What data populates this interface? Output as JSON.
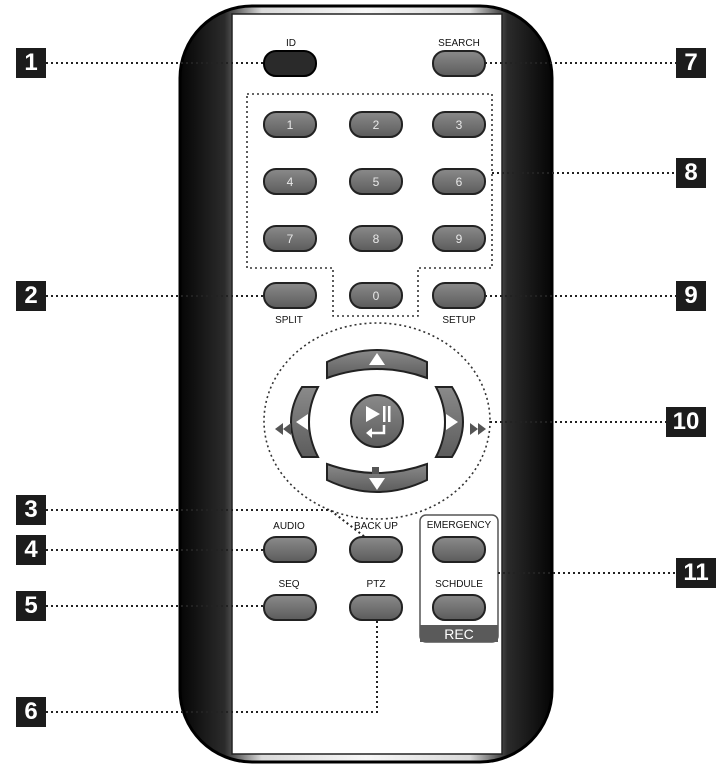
{
  "buttons": {
    "id": "ID",
    "search": "SEARCH",
    "split": "SPLIT",
    "setup": "SETUP",
    "audio": "AUDIO",
    "backup": "BACK UP",
    "emergency": "EMERGENCY",
    "seq": "SEQ",
    "ptz": "PTZ",
    "schedule": "SCHDULE",
    "rec": "REC"
  },
  "keypad": [
    "1",
    "2",
    "3",
    "4",
    "5",
    "6",
    "7",
    "8",
    "9",
    "0"
  ],
  "callouts": [
    "1",
    "2",
    "3",
    "4",
    "5",
    "6",
    "7",
    "8",
    "9",
    "10",
    "11"
  ],
  "nav_icons": [
    "up-arrow-icon",
    "down-arrow-icon",
    "left-arrow-icon",
    "right-arrow-icon",
    "play-pause-enter-icon",
    "rewind-icon",
    "fast-forward-icon",
    "stop-icon"
  ],
  "colors": {
    "button": "#6e6e6e",
    "id_button": "#2a2a2a",
    "body_edge": "#111111",
    "callout": "#1c1c1c"
  }
}
